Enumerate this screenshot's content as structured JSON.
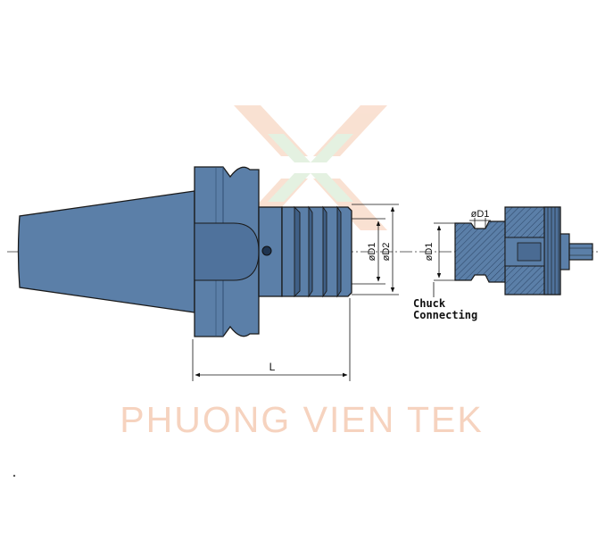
{
  "watermark": {
    "text": "PHUONG VIEN TEK",
    "colors": {
      "orange": "#f5c9ae",
      "green": "#cfe6c9"
    }
  },
  "colors": {
    "body": "#5b7fa8",
    "body_dark": "#3f5f86",
    "outline": "#1a1a1a",
    "section_hatch": "#2c4566"
  },
  "dimensions": {
    "length": "L",
    "d1_main": "øD1",
    "d2_main": "øD2",
    "d1_chuck_vertical": "øD1",
    "d1_chuck_top": "øD1"
  },
  "chuck": {
    "label_line1": "Chuck",
    "label_line2": "Connecting"
  }
}
